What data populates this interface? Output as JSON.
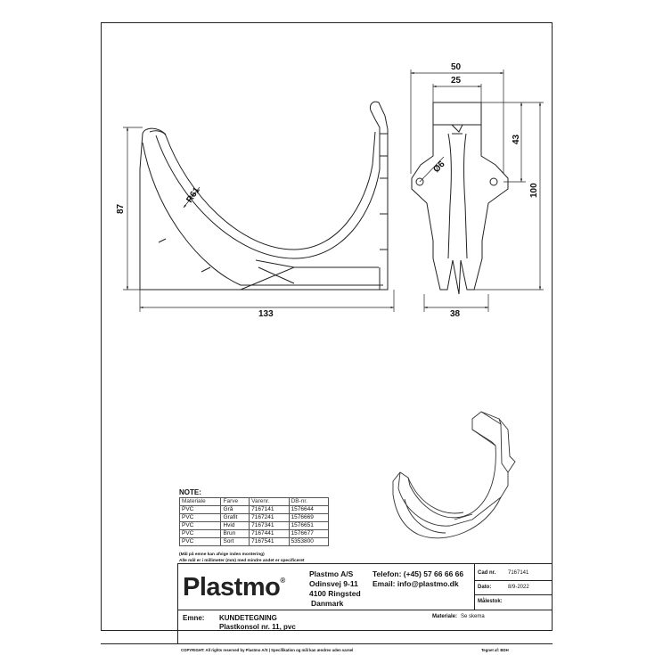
{
  "dimensions": {
    "side_width": "133",
    "side_height": "87",
    "radius": "R61",
    "front_top": "50",
    "front_inner": "25",
    "front_43": "43",
    "front_100": "100",
    "front_hole": "Ø6",
    "front_bottom": "38"
  },
  "note": {
    "title": "NOTE:",
    "headers": [
      "Materiale",
      "Farve",
      "Varenr.",
      "DB-nr."
    ],
    "rows": [
      [
        "PVC",
        "Grå",
        "7167141",
        "1576644"
      ],
      [
        "PVC",
        "Grafit",
        "7167241",
        "1576669"
      ],
      [
        "PVC",
        "Hvid",
        "7167341",
        "1576651"
      ],
      [
        "PVC",
        "Brun",
        "7167441",
        "1576677"
      ],
      [
        "PVC",
        "Sort",
        "7167541",
        "5353800"
      ]
    ],
    "line1": "(Mål på emne kan afvige inden montering)",
    "line2": "Alle mål er i millimeter (mm) med mindre andet er specificeret"
  },
  "company": {
    "logo": "Plastmo",
    "logo_mark": "®",
    "name": "Plastmo A/S",
    "street": "Odinsvej 9-11",
    "city": "4100 Ringsted",
    "country": "Danmark",
    "phone": "Telefon: (+45) 57 66 66 66",
    "email": "Email: info@plastmo.dk"
  },
  "meta": {
    "cad_label": "Cad nr.",
    "cad_value": "7167141",
    "dato_label": "Dato:",
    "dato_value": "8/9-2022",
    "malestok_label": "Målestok:",
    "malestok_value": ""
  },
  "subject": {
    "emne_label": "Emne:",
    "title": "KUNDETEGNING",
    "subtitle": "Plastkonsol nr. 11, pvc",
    "materiale_label": "Materiale:",
    "materiale_value": "Se skema"
  },
  "footer": {
    "left": "COPYRIGHT: All rights reserved by Plastmo A/S   |   Specifikation og mål kan ændres uden varsel",
    "right": "Tegnet af:  BDH"
  }
}
